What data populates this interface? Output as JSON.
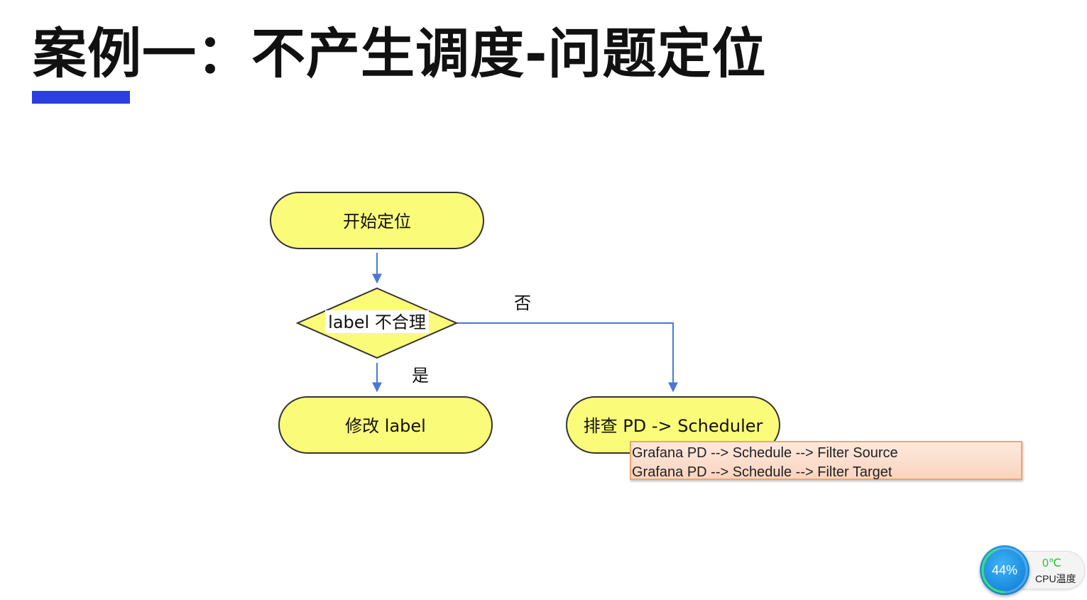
{
  "title": "案例一：不产生调度-问题定位",
  "colors": {
    "accent_bar": "#2b3fe0",
    "node_fill": "#fbfb7a",
    "node_stroke": "#333333",
    "edge": "#4a78d8",
    "note_border": "#f0a56a"
  },
  "flowchart": {
    "nodes": {
      "start": "开始定位",
      "decision": "label 不合理",
      "fix": "修改 label",
      "check": "排查 PD -> Scheduler"
    },
    "edges": {
      "yes_label": "是",
      "no_label": "否"
    }
  },
  "note": {
    "lines": [
      "Grafana PD --> Schedule --> Filter Source",
      "Grafana PD --> Schedule --> Filter Target"
    ]
  },
  "cpu_widget": {
    "percent_text": "44%",
    "percent": 44,
    "temperature": "0℃",
    "label": "CPU温度"
  }
}
